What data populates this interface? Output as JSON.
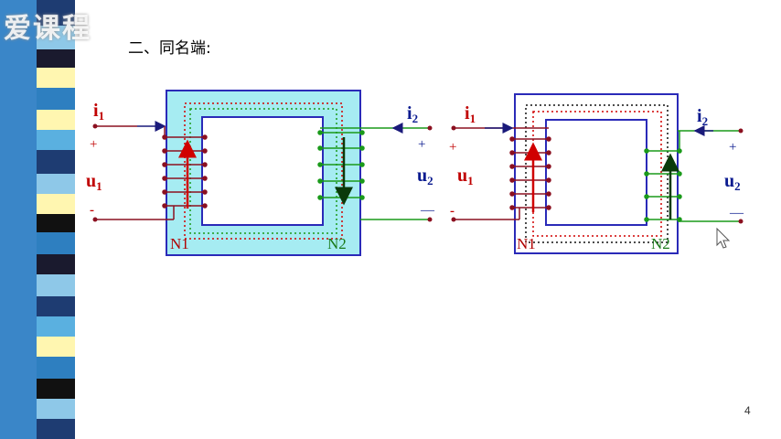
{
  "watermark": "爱课程",
  "heading": "二、同名端:",
  "page_number": "4",
  "diagrams": [
    {
      "i1": "i",
      "i1_sub": "1",
      "u1": "u",
      "u1_sub": "1",
      "i2": "i",
      "i2_sub": "2",
      "u2": "u",
      "u2_sub": "2",
      "plus1": "+",
      "minus1": "-",
      "plus2": "+",
      "minus2": "—",
      "n1": "N1",
      "n2": "N2"
    },
    {
      "i1": "i",
      "i1_sub": "1",
      "u1": "u",
      "u1_sub": "1",
      "i2": "i",
      "i2_sub": "2",
      "u2": "u",
      "u2_sub": "2",
      "plus1": "+",
      "minus1": "-",
      "plus2": "+",
      "minus2": "—",
      "n1": "N1",
      "n2": "N2"
    }
  ],
  "colors": {
    "primary_winding": "#8b1020",
    "secondary_winding": "#1a9a1a",
    "core_fill_left": "#a6ecf2",
    "core_border": "#2a2ab8",
    "arrow_red": "#d00000"
  }
}
